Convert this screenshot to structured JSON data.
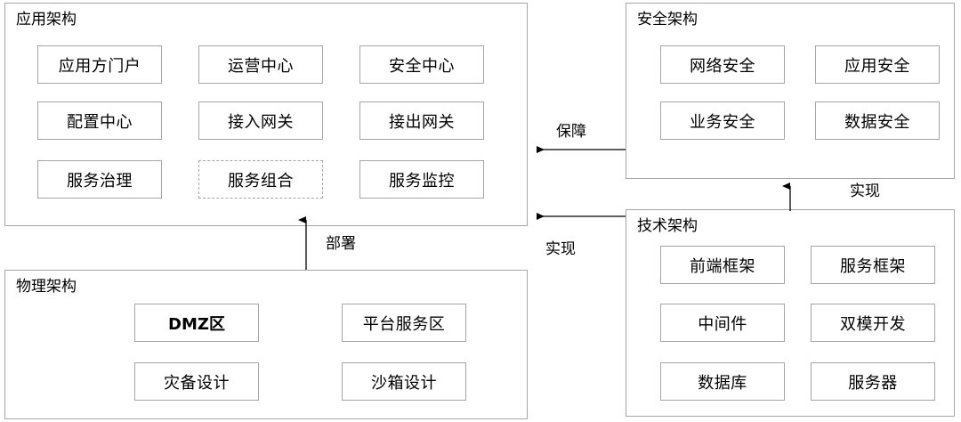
{
  "diagram": {
    "title_font_note": "",
    "panels": [
      {
        "id": "application",
        "title": "应用架构",
        "nodes": [
          {
            "label": "应用方门户",
            "style": "solid"
          },
          {
            "label": "运营中心",
            "style": "solid"
          },
          {
            "label": "安全中心",
            "style": "solid"
          },
          {
            "label": "配置中心",
            "style": "solid"
          },
          {
            "label": "接入网关",
            "style": "solid"
          },
          {
            "label": "接出网关",
            "style": "solid"
          },
          {
            "label": "服务治理",
            "style": "solid"
          },
          {
            "label": "服务组合",
            "style": "dashed"
          },
          {
            "label": "服务监控",
            "style": "solid"
          }
        ]
      },
      {
        "id": "security",
        "title": "安全架构",
        "nodes": [
          {
            "label": "网络安全",
            "style": "solid"
          },
          {
            "label": "应用安全",
            "style": "solid"
          },
          {
            "label": "业务安全",
            "style": "solid"
          },
          {
            "label": "数据安全",
            "style": "solid"
          }
        ]
      },
      {
        "id": "physical",
        "title": "物理架构",
        "nodes": [
          {
            "label": "DMZ区",
            "style": "solid",
            "latin": true
          },
          {
            "label": "平台服务区",
            "style": "solid"
          },
          {
            "label": "灾备设计",
            "style": "solid"
          },
          {
            "label": "沙箱设计",
            "style": "solid"
          }
        ]
      },
      {
        "id": "technical",
        "title": "技术架构",
        "nodes": [
          {
            "label": "前端框架",
            "style": "solid"
          },
          {
            "label": "服务框架",
            "style": "solid"
          },
          {
            "label": "中间件",
            "style": "solid"
          },
          {
            "label": "双模开发",
            "style": "solid"
          },
          {
            "label": "数据库",
            "style": "solid"
          },
          {
            "label": "服务器",
            "style": "solid"
          }
        ]
      }
    ],
    "connectors": [
      {
        "id": "security-to-application",
        "label": "保障",
        "from": "security",
        "to": "application",
        "direction": "left"
      },
      {
        "id": "technical-to-application",
        "label": "实现",
        "from": "technical",
        "to": "application",
        "direction": "left"
      },
      {
        "id": "physical-to-application",
        "label": "部署",
        "from": "physical",
        "to": "application",
        "direction": "up"
      },
      {
        "id": "technical-to-security",
        "label": "实现",
        "from": "technical",
        "to": "security",
        "direction": "up"
      }
    ],
    "colors": {
      "border": "#a6a6a6",
      "text": "#000000",
      "background": "#ffffff",
      "connector": "#000000"
    }
  }
}
